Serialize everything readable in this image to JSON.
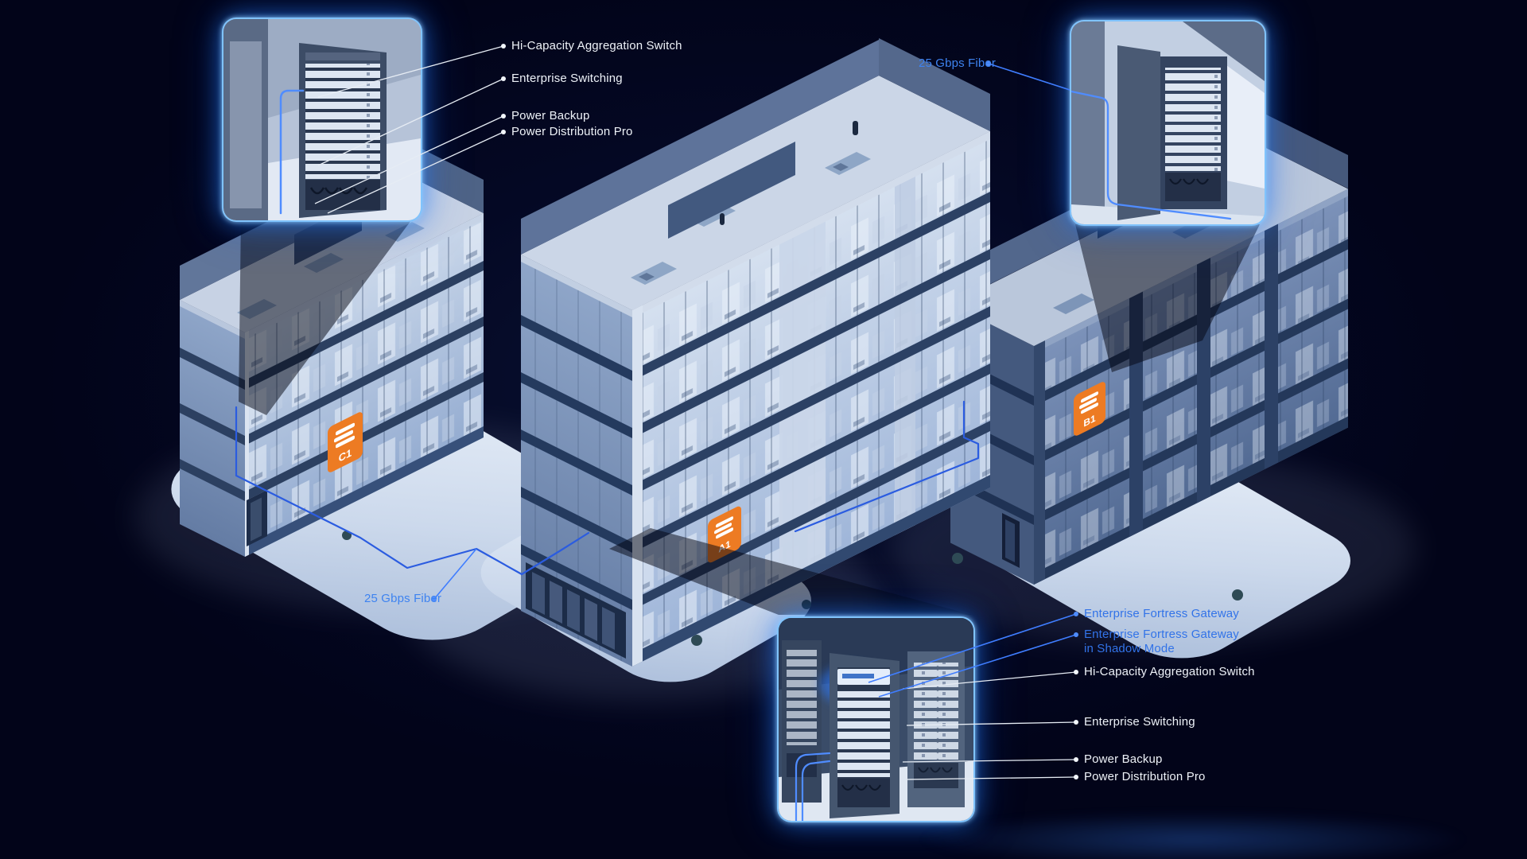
{
  "scene": {
    "background_color": "#040824",
    "fiber_line_color": "#2b5ce0",
    "fiber_connector_color": "#3f7dff",
    "callout_glow_color": "#7ec4ff",
    "label_white_color": "#eef2f8",
    "label_blue_color": "#3273e8",
    "logo_orange_color": "#ed7b23"
  },
  "buildings": {
    "left": {
      "logo": "C1"
    },
    "center": {
      "logo": "A1"
    },
    "right": {
      "logo": "B1"
    }
  },
  "callout_top_left": {
    "labels": [
      "Hi-Capacity Aggregation Switch",
      "Enterprise Switching",
      "Power Backup",
      "Power Distribution Pro"
    ]
  },
  "callout_top_right": {
    "fiber_label": "25 Gbps Fiber"
  },
  "callout_bottom": {
    "labels_blue": [
      "Enterprise Fortress Gateway",
      "Enterprise Fortress Gateway\nin Shadow Mode"
    ],
    "labels_white": [
      "Hi-Capacity Aggregation Switch",
      "Enterprise Switching",
      "Power Backup",
      "Power Distribution Pro"
    ]
  },
  "ground": {
    "fiber_label": "25 Gbps Fiber"
  }
}
